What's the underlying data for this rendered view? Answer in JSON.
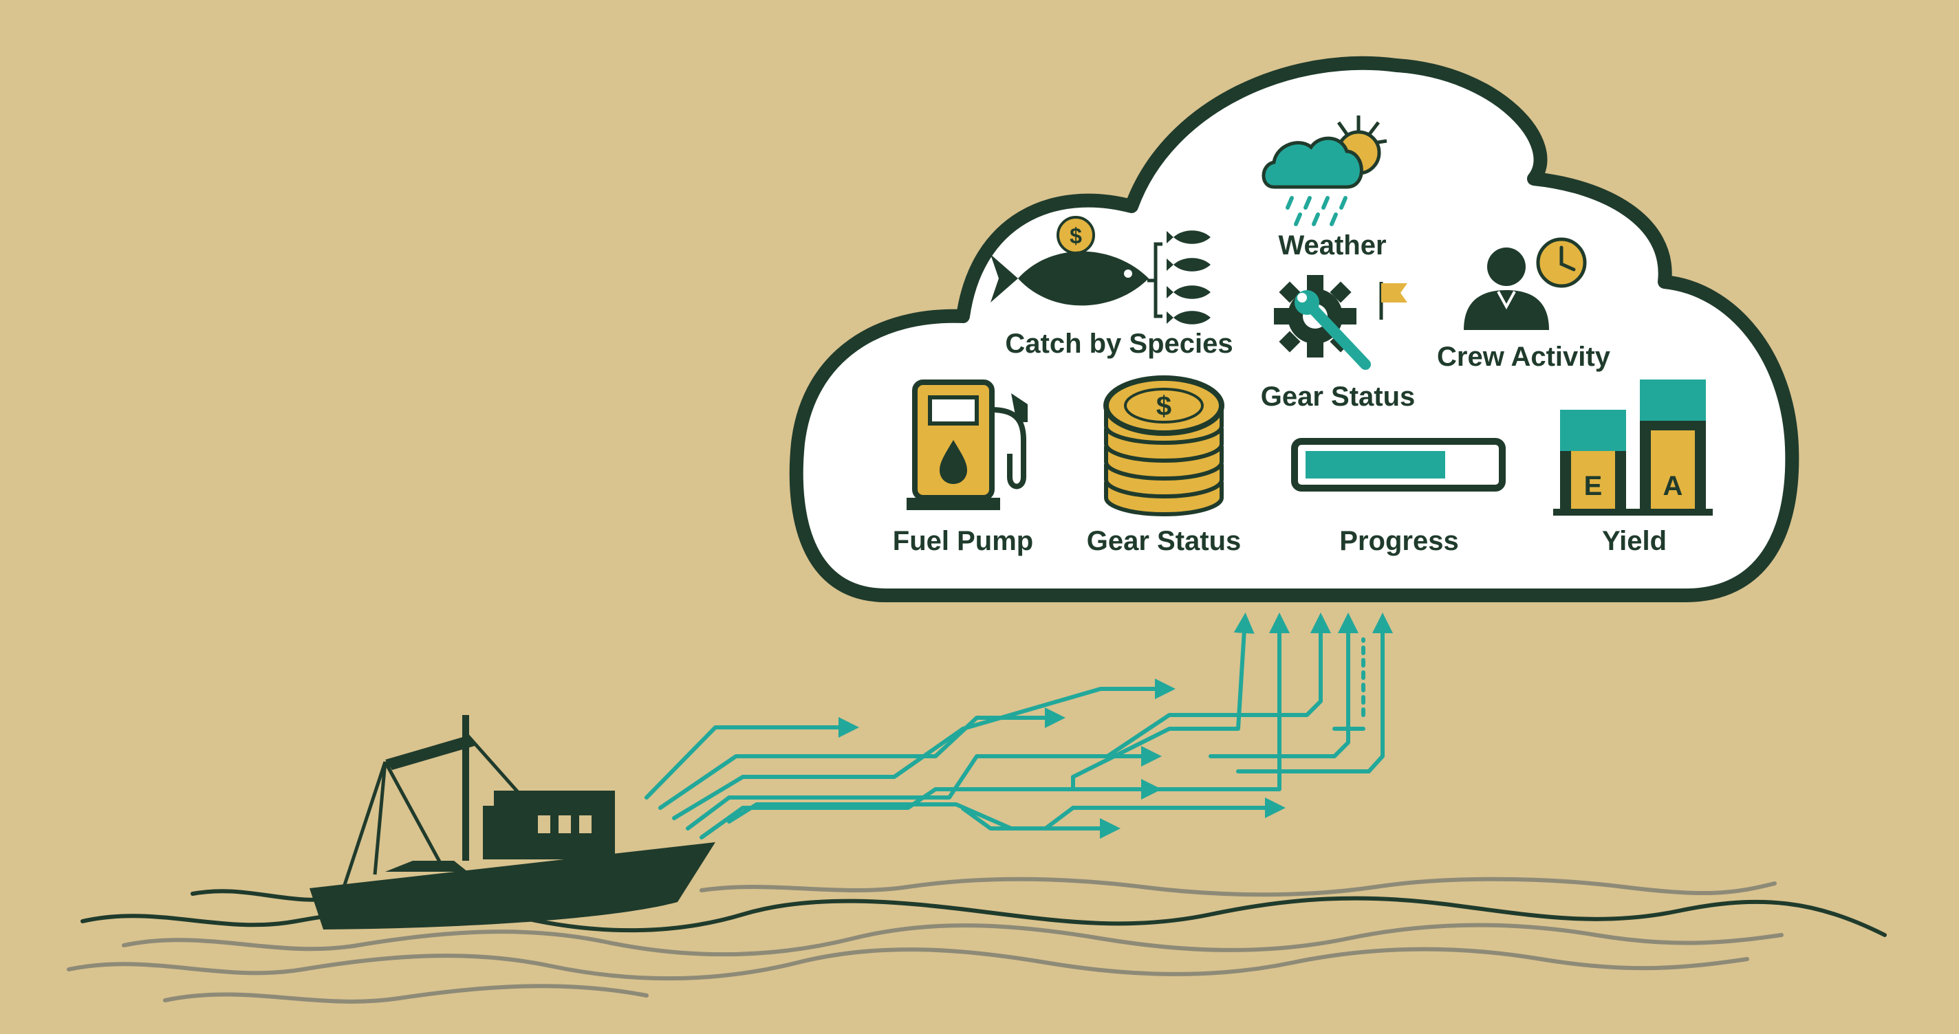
{
  "colors": {
    "background": "#d9c38f",
    "dark": "#1f3b2c",
    "teal": "#22a89a",
    "gold": "#e3b440",
    "cloud_fill": "#ffffff",
    "wave_gray": "#8d8a77"
  },
  "cloud": {
    "items": [
      {
        "label": "Catch by Species",
        "icon": "fish-species-icon"
      },
      {
        "label": "Weather",
        "icon": "weather-icon"
      },
      {
        "label": "Crew Activity",
        "icon": "crew-clock-icon"
      },
      {
        "label": "Gear Status",
        "icon": "gear-wrench-icon"
      },
      {
        "label": "Fuel Pump",
        "icon": "fuel-pump-icon"
      },
      {
        "label": "Gear Status",
        "icon": "coin-stack-icon"
      },
      {
        "label": "Progress",
        "icon": "progress-bar-icon"
      },
      {
        "label": "Yield",
        "icon": "yield-bars-icon"
      }
    ],
    "coin_symbol": "$",
    "yield_bars": [
      {
        "letter": "E"
      },
      {
        "letter": "A"
      }
    ],
    "progress_fraction": 0.75
  }
}
